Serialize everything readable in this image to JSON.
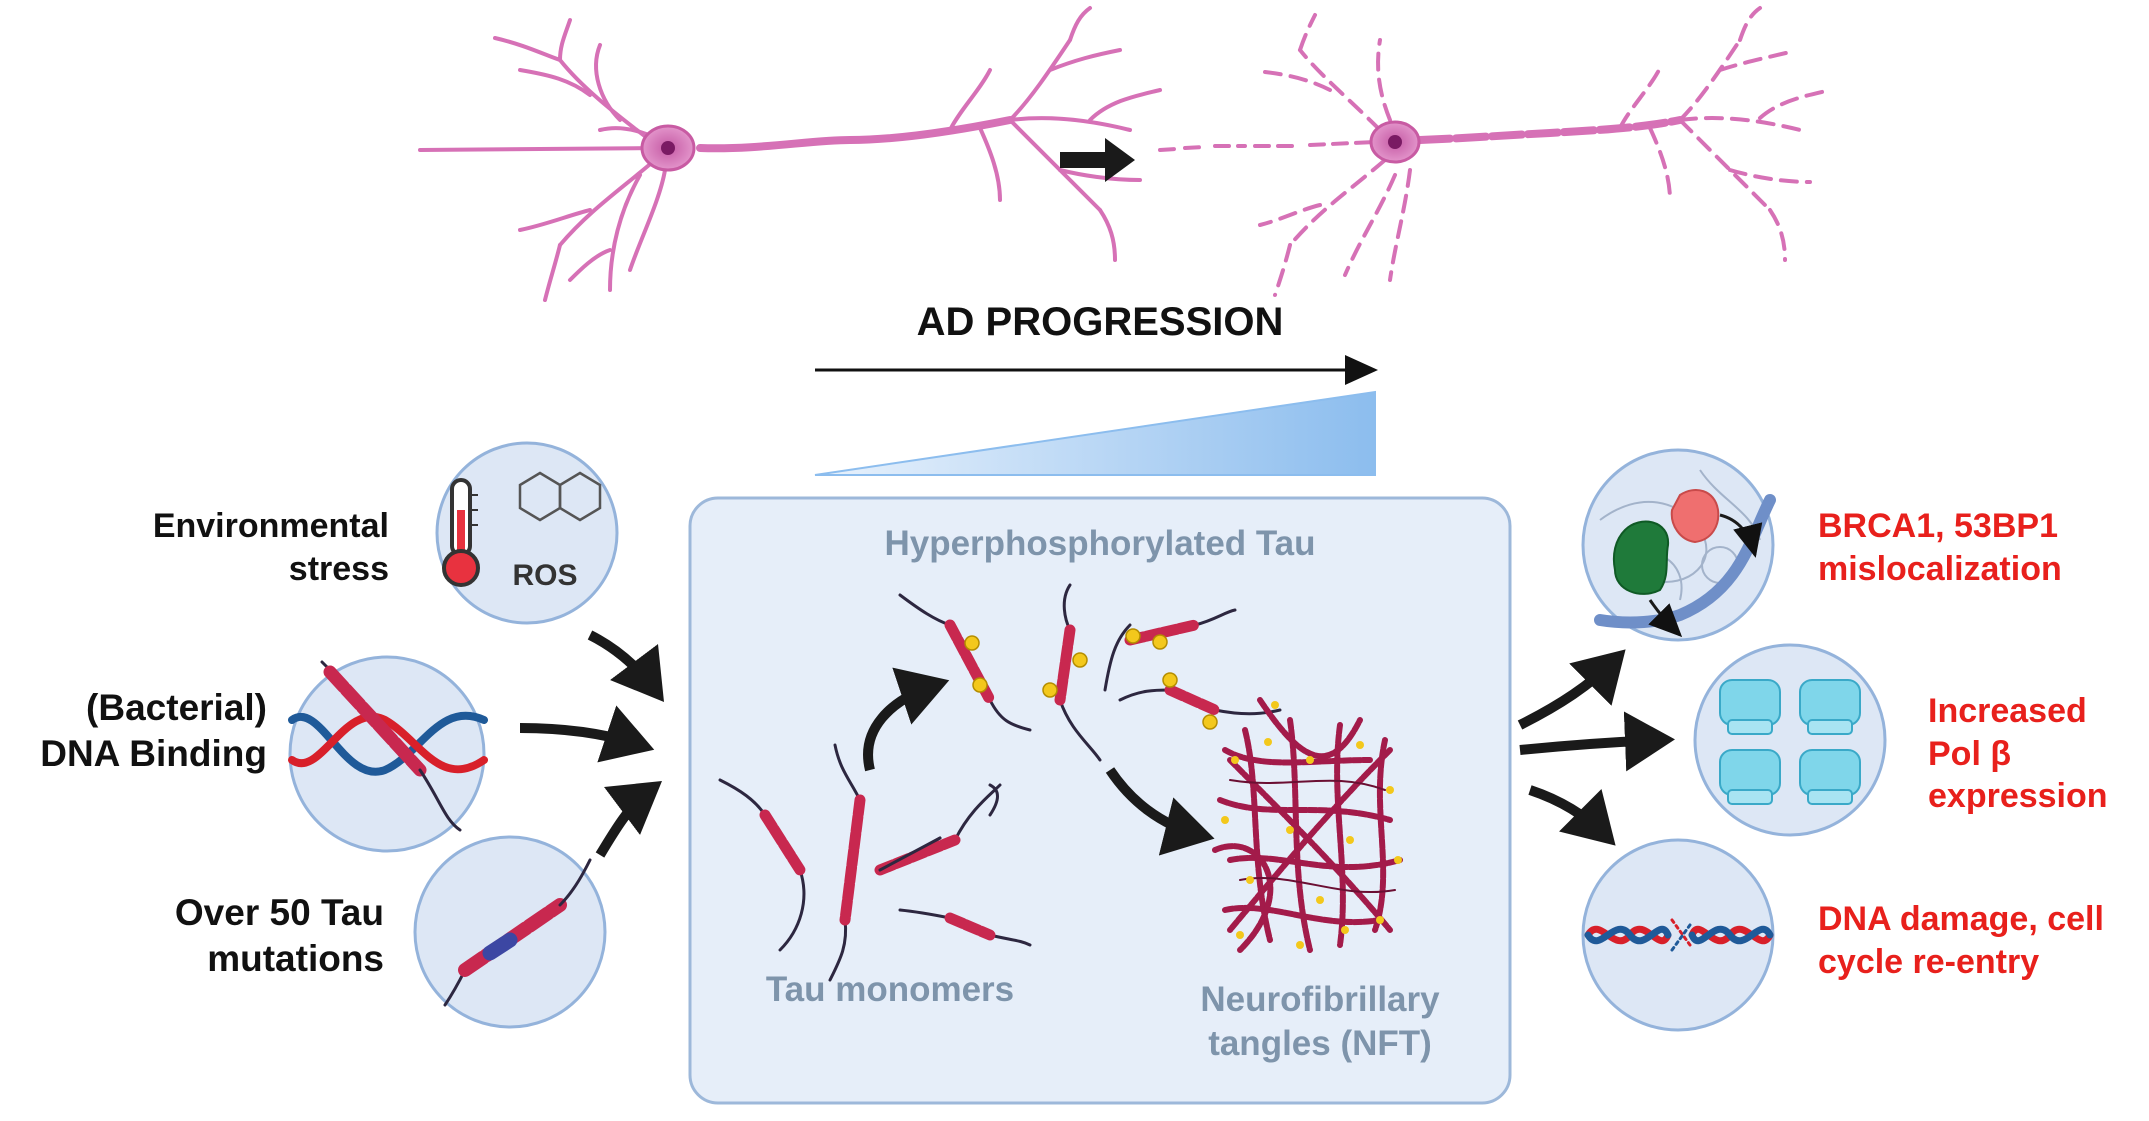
{
  "title": "AD PROGRESSION",
  "causes": {
    "environmental": "Environmental\nstress",
    "ros": "ROS",
    "dna_binding": "(Bacterial)\nDNA Binding",
    "mutations": "Over 50 Tau\nmutations"
  },
  "center_box": {
    "hyperphosphorylated": "Hyperphosphorylated Tau",
    "monomers": "Tau monomers",
    "nft": "Neurofibrillary\ntangles (NFT)"
  },
  "outcomes": {
    "brca": "BRCA1, 53BP1\nmislocalization",
    "polb": "Increased\nPol β\nexpression",
    "dna_damage": "DNA damage, cell\ncycle re-entry"
  },
  "colors": {
    "neuron": "#d671b6",
    "tau": "#c8284f",
    "phospho": "#f3c81c",
    "box_fill": "#e6eef9",
    "circle_fill": "#dde7f5",
    "circle_stroke": "#94b3db",
    "outcome_text": "#e8201c",
    "center_text": "#7e94ab"
  }
}
